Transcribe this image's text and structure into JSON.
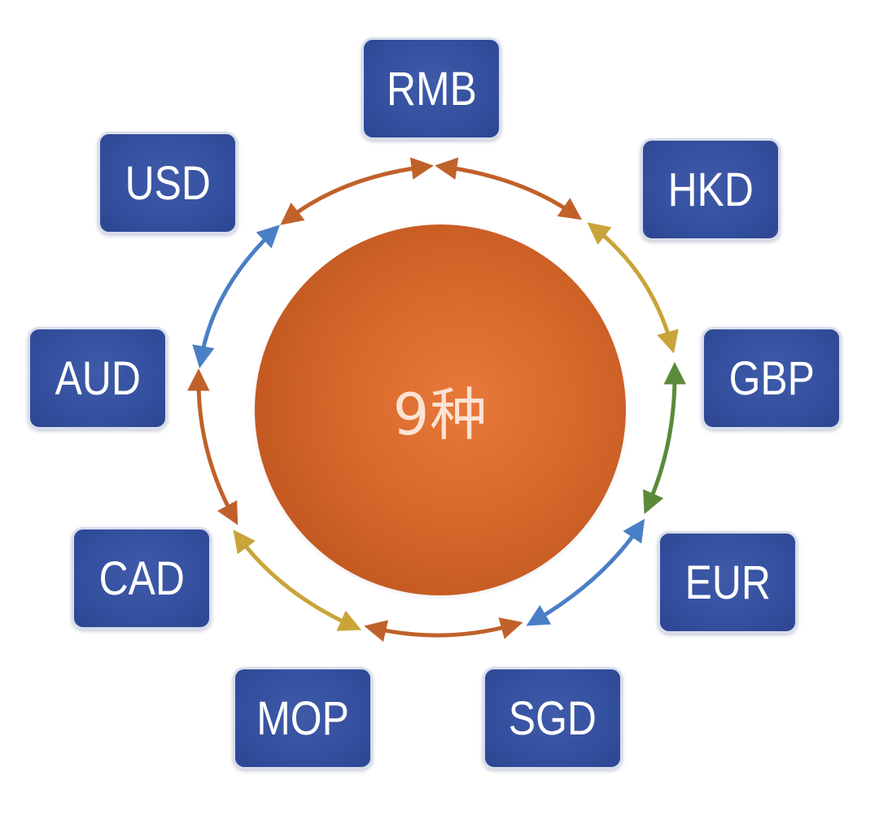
{
  "center": {
    "label": "9种"
  },
  "currencies": {
    "rmb": "RMB",
    "hkd": "HKD",
    "gbp": "GBP",
    "eur": "EUR",
    "sgd": "SGD",
    "mop": "MOP",
    "cad": "CAD",
    "aud": "AUD",
    "usd": "USD"
  },
  "colors": {
    "box_fill": "#34509f",
    "circle_fill": "#d96a2c",
    "arrows": [
      "#c0612a",
      "#c0612a",
      "#c9a43a",
      "#5a8a3a",
      "#3f7fc4",
      "#c0612a",
      "#c9a43a",
      "#c0612a",
      "#4a7fc6"
    ]
  }
}
